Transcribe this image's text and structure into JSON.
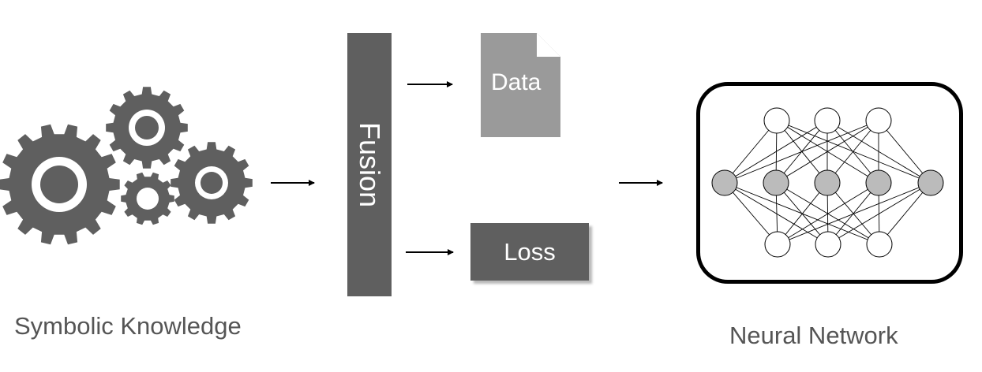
{
  "symbolic": {
    "label": "Symbolic Knowledge",
    "icon": "gears-icon"
  },
  "fusion": {
    "label": "Fusion"
  },
  "data_doc": {
    "label": "Data",
    "icon": "document-icon"
  },
  "loss": {
    "label": "Loss"
  },
  "network": {
    "label": "Neural Network",
    "layers": [
      3,
      5,
      3
    ]
  },
  "colors": {
    "dark_gray": "#5f5f5f",
    "doc_gray": "#9a9a9a",
    "node_gray": "#bbbbbb",
    "caption": "#555555"
  }
}
